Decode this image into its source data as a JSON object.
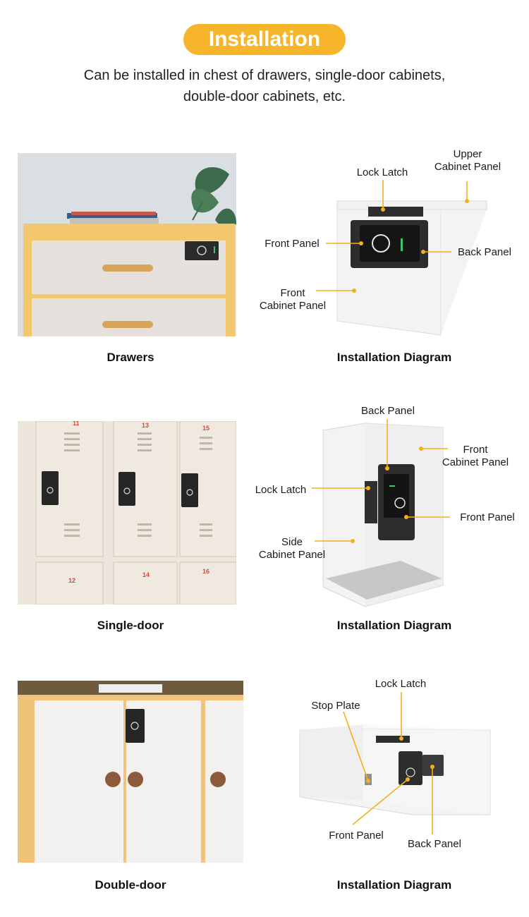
{
  "header": {
    "title": "Installation",
    "subtitle_line1": "Can be installed in chest of drawers, single-door cabinets,",
    "subtitle_line2": "double-door cabinets, etc."
  },
  "colors": {
    "accent": "#f6b52a",
    "leader": "#f3b01e",
    "text": "#1b1b1b"
  },
  "rows": [
    {
      "photo_caption": "Drawers",
      "diagram_caption": "Installation Diagram",
      "labels": {
        "lock_latch": "Lock Latch",
        "upper_cabinet_1": "Upper",
        "upper_cabinet_2": "Cabinet Panel",
        "front_panel": "Front Panel",
        "back_panel": "Back Panel",
        "front_cabinet_1": "Front",
        "front_cabinet_2": "Cabinet Panel"
      }
    },
    {
      "photo_caption": "Single-door",
      "diagram_caption": "Installation Diagram",
      "locker_numbers": [
        "11",
        "13",
        "15",
        "12",
        "14",
        "16"
      ],
      "labels": {
        "back_panel": "Back Panel",
        "front_cabinet_1": "Front",
        "front_cabinet_2": "Cabinet Panel",
        "lock_latch": "Lock Latch",
        "front_panel": "Front Panel",
        "side_cabinet_1": "Side",
        "side_cabinet_2": "Cabinet Panel"
      }
    },
    {
      "photo_caption": "Double-door",
      "diagram_caption": "Installation Diagram",
      "labels": {
        "lock_latch": "Lock Latch",
        "stop_plate": "Stop Plate",
        "front_panel": "Front Panel",
        "back_panel": "Back Panel"
      }
    }
  ]
}
